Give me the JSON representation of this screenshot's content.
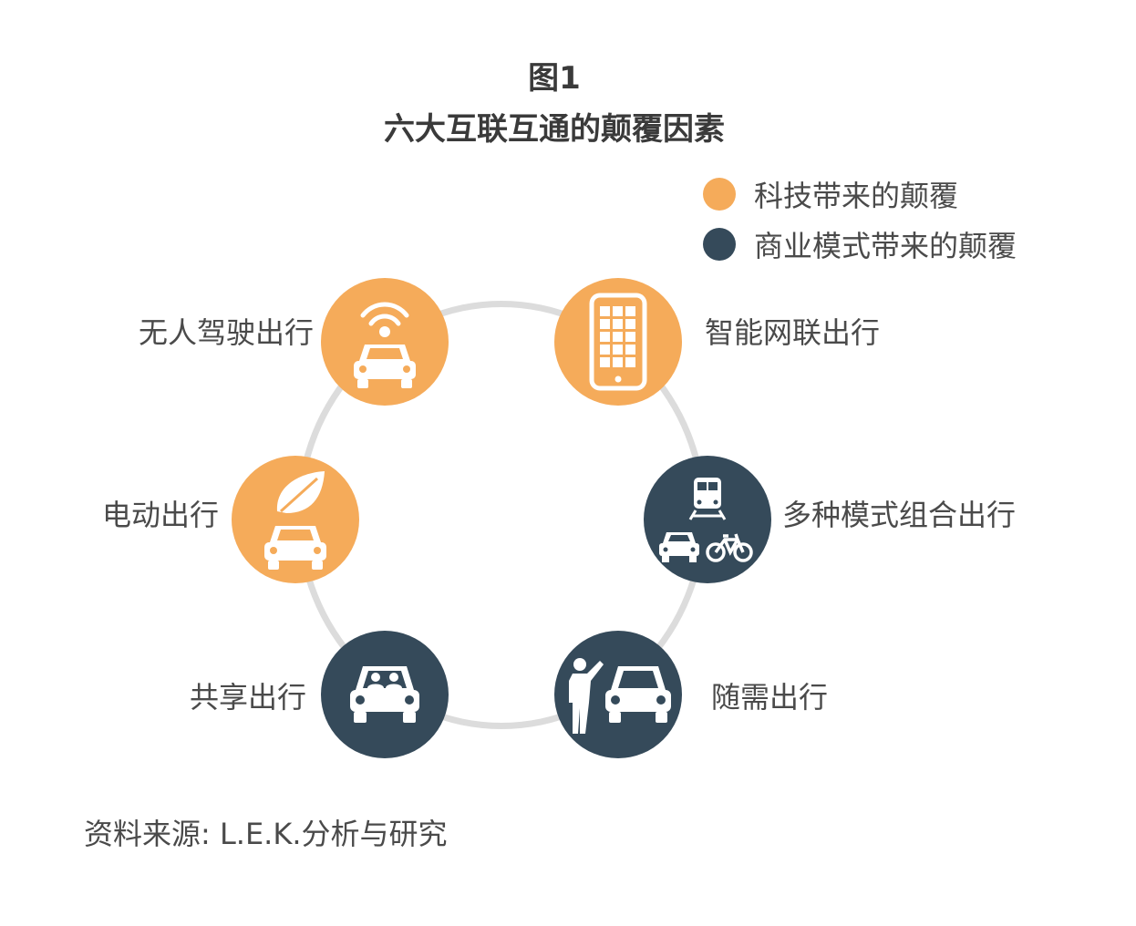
{
  "figure_label": "图1",
  "title": "六大互联互通的颠覆因素",
  "colors": {
    "tech": "#F5AB5A",
    "business": "#354A5A",
    "ring": "#DCDCDC",
    "icon": "#FFFFFF"
  },
  "legend": [
    {
      "label": "科技带来的颠覆",
      "category": "tech"
    },
    {
      "label": "商业模式带来的颠覆",
      "category": "business"
    }
  ],
  "nodes": [
    {
      "label": "无人驾驶出行",
      "category": "tech",
      "icon": "autonomous-car-icon"
    },
    {
      "label": "智能网联出行",
      "category": "tech",
      "icon": "smartphone-icon"
    },
    {
      "label": "电动出行",
      "category": "tech",
      "icon": "electric-car-icon"
    },
    {
      "label": "多种模式组合出行",
      "category": "business",
      "icon": "multimodal-icon"
    },
    {
      "label": "共享出行",
      "category": "business",
      "icon": "shared-car-icon"
    },
    {
      "label": "随需出行",
      "category": "business",
      "icon": "on-demand-icon"
    }
  ],
  "source": "资料来源: L.E.K.分析与研究"
}
